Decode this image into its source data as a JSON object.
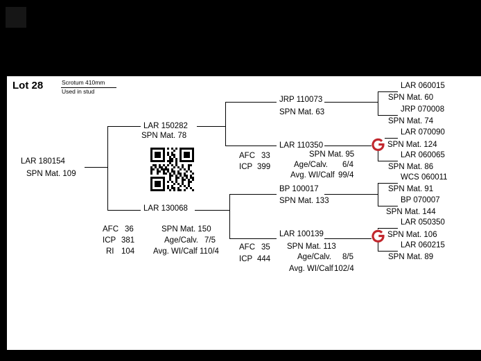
{
  "header": {
    "lot": "Lot 28",
    "scrotum": "Scrotum 410mm",
    "stud": "Used in stud"
  },
  "pedigree": {
    "subject": {
      "id": "LAR 180154",
      "spn": "SPN Mat. 109"
    },
    "sire": {
      "id": "LAR 150282",
      "spn": "SPN Mat. 78"
    },
    "dam": {
      "id": "LAR 130068",
      "stats": {
        "afc_label": "AFC",
        "afc": "36",
        "spn": "SPN Mat. 150",
        "icp_label": "ICP",
        "icp": "381",
        "age_label": "Age/Calv.",
        "age": "7/5",
        "ri_label": "RI",
        "ri": "104",
        "avg_label": "Avg. WI/Calf",
        "avg": "110/4"
      }
    },
    "sire_sire": {
      "id": "JRP 110073",
      "spn": "SPN Mat. 63"
    },
    "sire_dam": {
      "id": "LAR 110350",
      "stats": {
        "afc_label": "AFC",
        "afc": "33",
        "spn": "SPN Mat. 95",
        "icp_label": "ICP",
        "icp": "399",
        "age_label": "Age/Calv.",
        "age": "6/4",
        "avg_label": "Avg. WI/Calf",
        "avg": "99/4"
      }
    },
    "dam_sire": {
      "id": "BP 100017",
      "spn": "SPN Mat. 133"
    },
    "dam_dam": {
      "id": "LAR 100139",
      "stats": {
        "afc_label": "AFC",
        "afc": "35",
        "spn": "SPN Mat. 113",
        "icp_label": "ICP",
        "icp": "444",
        "age_label": "Age/Calv.",
        "age": "8/5",
        "avg_label": "Avg. WI/Calf",
        "avg": "102/4"
      }
    },
    "great_grandparents": [
      {
        "id": "LAR 060015",
        "spn": "SPN Mat. 60"
      },
      {
        "id": "JRP 070008",
        "spn": "SPN Mat. 74"
      },
      {
        "id": "LAR 070090",
        "spn": "SPN Mat. 124",
        "logo": true
      },
      {
        "id": "LAR 060065",
        "spn": "SPN Mat. 86"
      },
      {
        "id": "WCS 060011",
        "spn": "SPN Mat. 91"
      },
      {
        "id": "BP 070007",
        "spn": "SPN Mat. 144"
      },
      {
        "id": "LAR 050350",
        "spn": "SPN Mat. 106",
        "logo": true
      },
      {
        "id": "LAR 060215",
        "spn": "SPN Mat. 89"
      }
    ]
  },
  "colors": {
    "logo_red": "#c1272d",
    "page_bg": "#ffffff",
    "frame_bg": "#000000"
  }
}
